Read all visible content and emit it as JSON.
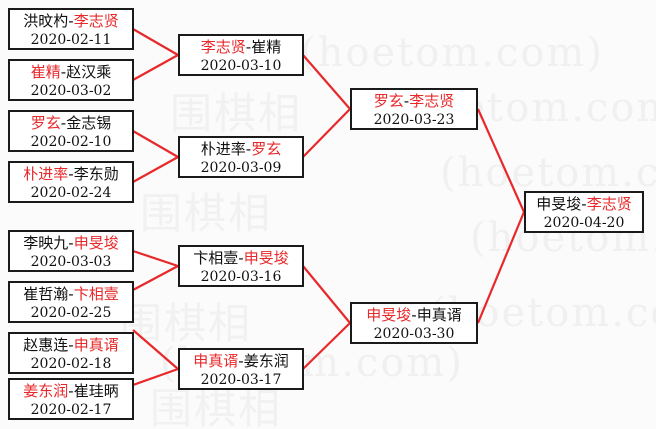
{
  "diagram": {
    "type": "tournament-bracket",
    "title": "",
    "watermark_text": "(hoetom.com)",
    "watermark_cn": "围棋相",
    "colors": {
      "winner": "#e8282a",
      "loser": "#111111",
      "connector": "#e8282a",
      "box_border": "#1a1a1a",
      "background": "#fbfbfb"
    },
    "separator": "-",
    "rounds": [
      {
        "name": "round-1",
        "matches": [
          {
            "left": "洪旼杓",
            "right": "李志贤",
            "winner": "right",
            "date": "2020-02-11"
          },
          {
            "left": "崔精",
            "right": "赵汉乘",
            "winner": "left",
            "date": "2020-03-02"
          },
          {
            "left": "罗玄",
            "right": "金志锡",
            "winner": "left",
            "date": "2020-02-10"
          },
          {
            "left": "朴进率",
            "right": "李东勋",
            "winner": "left",
            "date": "2020-02-24"
          },
          {
            "left": "李映九",
            "right": "申旻埈",
            "winner": "right",
            "date": "2020-03-03"
          },
          {
            "left": "崔哲瀚",
            "right": "卞相壹",
            "winner": "right",
            "date": "2020-02-25"
          },
          {
            "left": "赵惠连",
            "right": "申真谞",
            "winner": "right",
            "date": "2020-02-18"
          },
          {
            "left": "姜东润",
            "right": "崔珪昞",
            "winner": "left",
            "date": "2020-02-17"
          }
        ]
      },
      {
        "name": "round-2",
        "matches": [
          {
            "left": "李志贤",
            "right": "崔精",
            "winner": "left",
            "date": "2020-03-10"
          },
          {
            "left": "朴进率",
            "right": "罗玄",
            "winner": "right",
            "date": "2020-03-09"
          },
          {
            "left": "卞相壹",
            "right": "申旻埈",
            "winner": "right",
            "date": "2020-03-16"
          },
          {
            "left": "申真谞",
            "right": "姜东润",
            "winner": "left",
            "date": "2020-03-17"
          }
        ]
      },
      {
        "name": "semifinal",
        "matches": [
          {
            "left": "罗玄",
            "right": "李志贤",
            "winner": "both",
            "date": "2020-03-23"
          },
          {
            "left": "申旻埈",
            "right": "申真谞",
            "winner": "left",
            "date": "2020-03-30"
          }
        ]
      },
      {
        "name": "final",
        "matches": [
          {
            "left": "申旻埈",
            "right": "李志贤",
            "winner": "right",
            "date": "2020-04-20"
          }
        ]
      }
    ]
  }
}
